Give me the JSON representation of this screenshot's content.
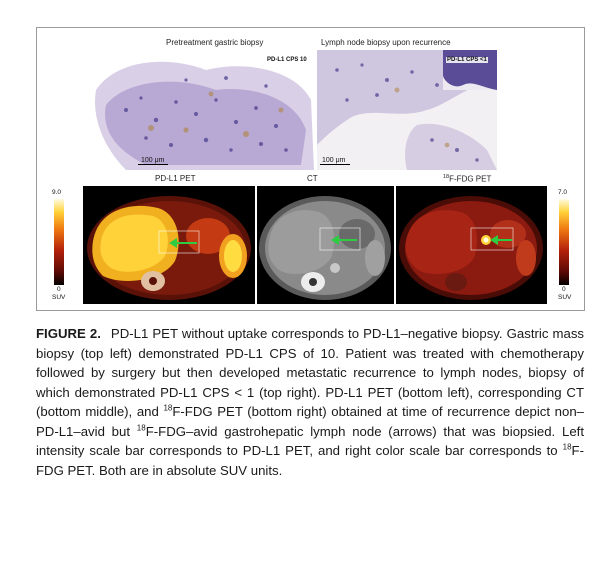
{
  "panels": {
    "hist_left_title": "Pretreatment gastric biopsy",
    "hist_right_title": "Lymph node biopsy upon recurrence",
    "hist_left_badge": "PD-L1 CPS 10",
    "hist_right_badge": "PD-L1 CPS <1",
    "scalebar_label": "100 μm",
    "scan_left_title": "PD-L1 PET",
    "scan_middle_title": "CT",
    "scan_right_title": "18F-FDG PET",
    "left_scale_max": "9.0",
    "left_scale_min": "0",
    "left_scale_unit": "SUV",
    "right_scale_max": "7.0",
    "right_scale_min": "0",
    "right_scale_unit": "SUV"
  },
  "caption": {
    "label": "FIGURE 2.",
    "text_1": "PD-L1 PET without uptake corresponds to PD-L1–negative biopsy. Gastric mass biopsy (top left) demonstrated PD-L1 CPS of 10. Patient was treated with chemotherapy followed by surgery but then developed metastatic recurrence to lymph nodes, biopsy of which demonstrated PD-L1 CPS < 1 (top right). PD-L1 PET (bottom left), corresponding CT (bottom middle), and ",
    "sup_1": "18",
    "text_2": "F-FDG PET (bottom right) obtained at time of recurrence depict non–PD-L1–avid but ",
    "sup_2": "18",
    "text_3": "F-FDG–avid gastrohepatic lymph node (arrows) that was biopsied. Left intensity scale bar corresponds to PD-L1 PET, and right color scale bar corresponds to ",
    "sup_3": "18",
    "text_4": "F-FDG PET. Both are in absolute SUV units."
  },
  "colors": {
    "arrow": "#2ecc40",
    "pet_hot": "#ffd23a",
    "pet_cold": "#8b1a10"
  }
}
